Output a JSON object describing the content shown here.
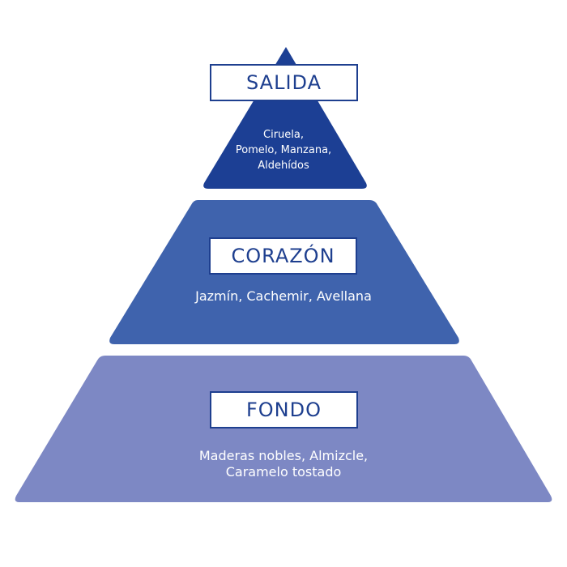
{
  "pyramid": {
    "tiers": [
      {
        "id": "top",
        "label": "SALIDA",
        "notes": "Ciruela,\nPomelo, Manzana,\nAldehídos",
        "color": "#1c3f94"
      },
      {
        "id": "middle",
        "label": "CORAZÓN",
        "notes": "Jazmín, Cachemir, Avellana",
        "color": "#3f63ad"
      },
      {
        "id": "bottom",
        "label": "FONDO",
        "notes": "Maderas nobles, Almizcle,\nCaramelo tostado",
        "color": "#7d88c4"
      }
    ],
    "label_border_color": "#1e3f8f",
    "label_text_color": "#1e3f8f",
    "notes_text_color": "#ffffff"
  }
}
